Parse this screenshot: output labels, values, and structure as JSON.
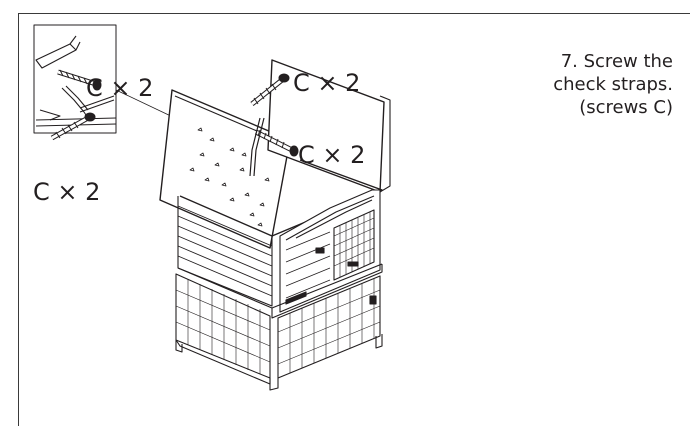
{
  "step": {
    "lines": [
      "7. Screw the",
      "check straps.",
      "(screws C)"
    ]
  },
  "callouts": {
    "inset_top": "C × 2",
    "inset_bottom": "C × 2",
    "roof_left": "C × 2",
    "roof_right": "C × 2"
  },
  "icons": [
    "screw-icon",
    "detail-inset",
    "rabbit-hutch-drawing"
  ]
}
